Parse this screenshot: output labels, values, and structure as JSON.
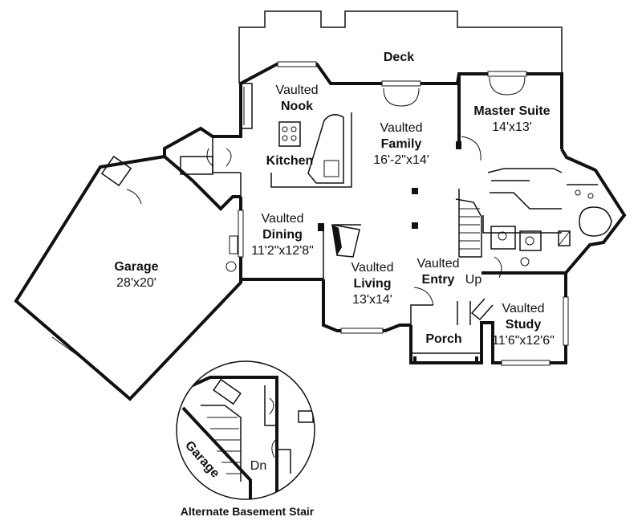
{
  "rooms": {
    "deck": {
      "name": "Deck"
    },
    "nook": {
      "prefix": "Vaulted",
      "name": "Nook"
    },
    "kitchen": {
      "name": "Kitchen"
    },
    "family": {
      "prefix": "Vaulted",
      "name": "Family",
      "size": "16'-2\"x14'"
    },
    "master": {
      "name": "Master Suite",
      "size": "14'x13'"
    },
    "dining": {
      "prefix": "Vaulted",
      "name": "Dining",
      "size": "11'2\"x12'8\""
    },
    "living": {
      "prefix": "Vaulted",
      "name": "Living",
      "size": "13'x14'"
    },
    "entry": {
      "prefix": "Vaulted",
      "name": "Entry",
      "note": "Up"
    },
    "porch": {
      "name": "Porch"
    },
    "study": {
      "prefix": "Vaulted",
      "name": "Study",
      "size": "11'6\"x12'6\""
    },
    "garage": {
      "name": "Garage",
      "size": "28'x20'"
    }
  },
  "inset": {
    "garage_label": "Garage",
    "stair_label": "Dn",
    "caption": "Alternate Basement Stair"
  },
  "colors": {
    "ink": "#111111",
    "paper": "#ffffff"
  }
}
